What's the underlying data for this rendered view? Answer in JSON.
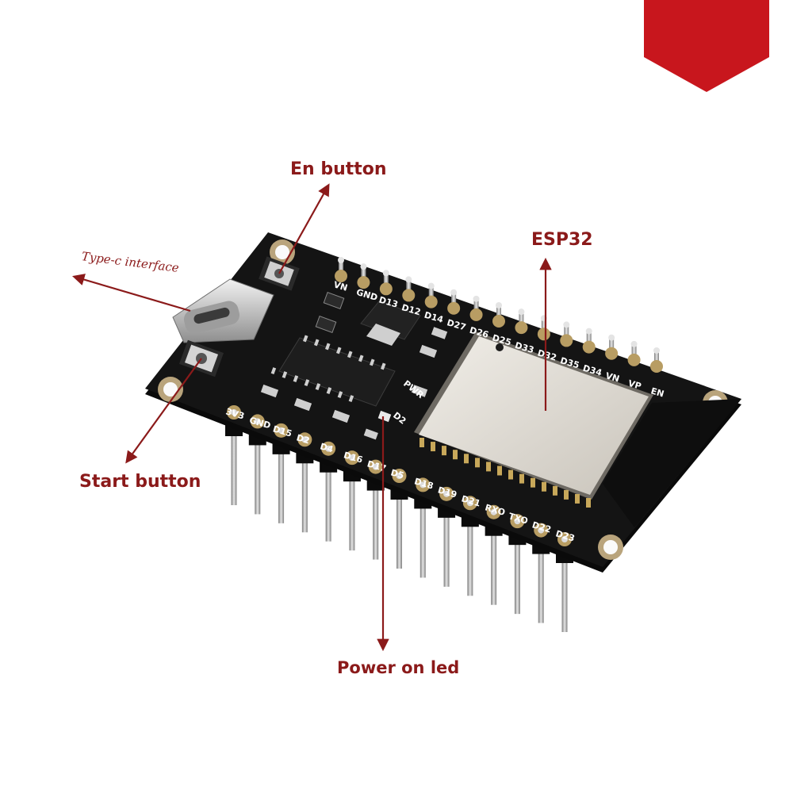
{
  "colors": {
    "annotation": "#8b1a1a",
    "board": "#141414",
    "shield": "#e4e0d8",
    "corner_tab": "#c8161d"
  },
  "annotations": {
    "en_button": "En button",
    "esp32": "ESP32",
    "type_c": "Type-c interface",
    "start_button": "Start button",
    "power_led": "Power on led"
  },
  "silkscreen": {
    "top_row": [
      "VN",
      "GND",
      "D13",
      "D12",
      "D14",
      "D27",
      "D26",
      "D25",
      "D33",
      "D32",
      "D35",
      "D34",
      "VN",
      "VP",
      "EN"
    ],
    "bottom_row": [
      "3V3",
      "GND",
      "D15",
      "D2",
      "D4",
      "D16",
      "D17",
      "D5",
      "D18",
      "D19",
      "D21",
      "RXO",
      "TXO",
      "D22",
      "D23"
    ],
    "pwr_label": "PWR",
    "d2_label": "D2"
  },
  "icons": {
    "corner": "red-pentagon-tab-icon"
  }
}
